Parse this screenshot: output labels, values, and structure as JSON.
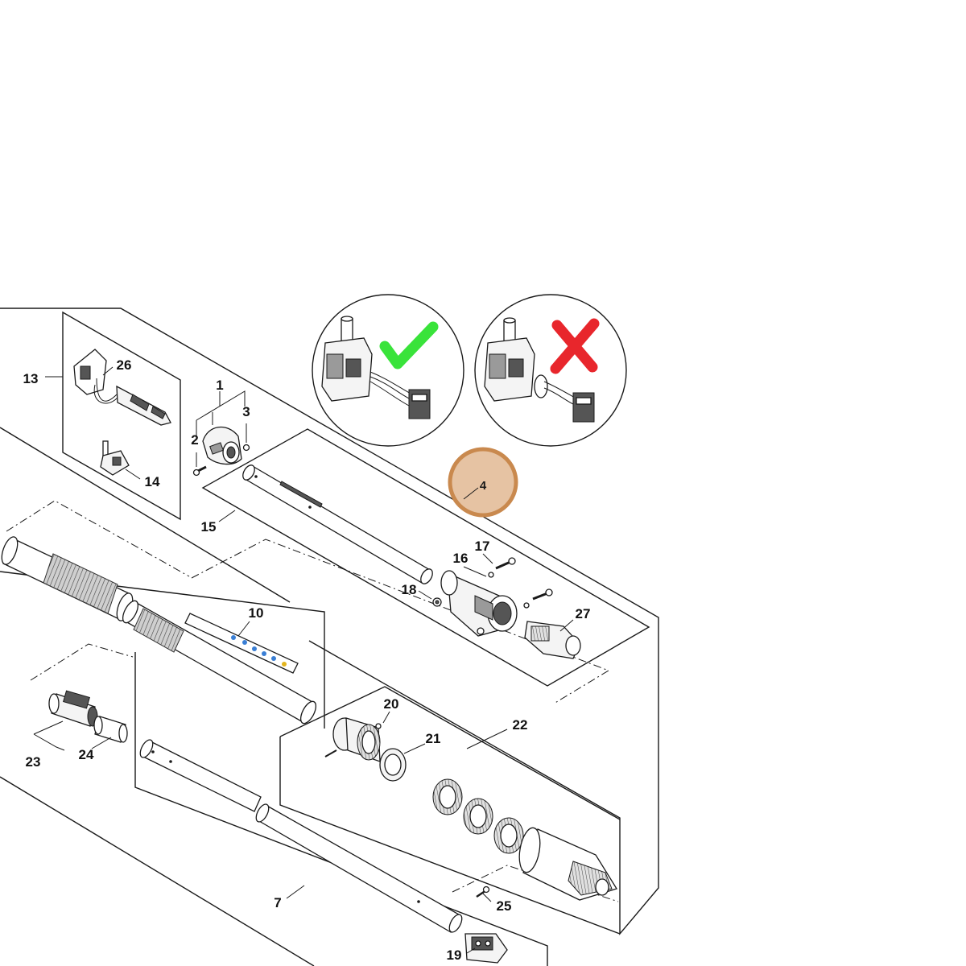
{
  "diagram": {
    "callouts": [
      {
        "id": "1",
        "label": "1"
      },
      {
        "id": "2",
        "label": "2"
      },
      {
        "id": "3",
        "label": "3"
      },
      {
        "id": "7",
        "label": "7"
      },
      {
        "id": "10",
        "label": "10"
      },
      {
        "id": "13",
        "label": "13"
      },
      {
        "id": "14",
        "label": "14"
      },
      {
        "id": "15",
        "label": "15"
      },
      {
        "id": "16",
        "label": "16"
      },
      {
        "id": "17",
        "label": "17"
      },
      {
        "id": "18",
        "label": "18"
      },
      {
        "id": "19",
        "label": "19"
      },
      {
        "id": "20",
        "label": "20"
      },
      {
        "id": "21",
        "label": "21"
      },
      {
        "id": "22",
        "label": "22"
      },
      {
        "id": "23",
        "label": "23"
      },
      {
        "id": "24",
        "label": "24"
      },
      {
        "id": "25",
        "label": "25"
      },
      {
        "id": "26",
        "label": "26"
      },
      {
        "id": "27",
        "label": "27"
      }
    ],
    "hotspot": {
      "label": "4",
      "fill": "#e6c3a3",
      "stroke": "#c9894e"
    },
    "insets": {
      "correct": {
        "mark_icon": "check-icon",
        "color": "#39e33a"
      },
      "incorrect": {
        "mark_icon": "cross-icon",
        "color": "#e8262c"
      }
    }
  }
}
